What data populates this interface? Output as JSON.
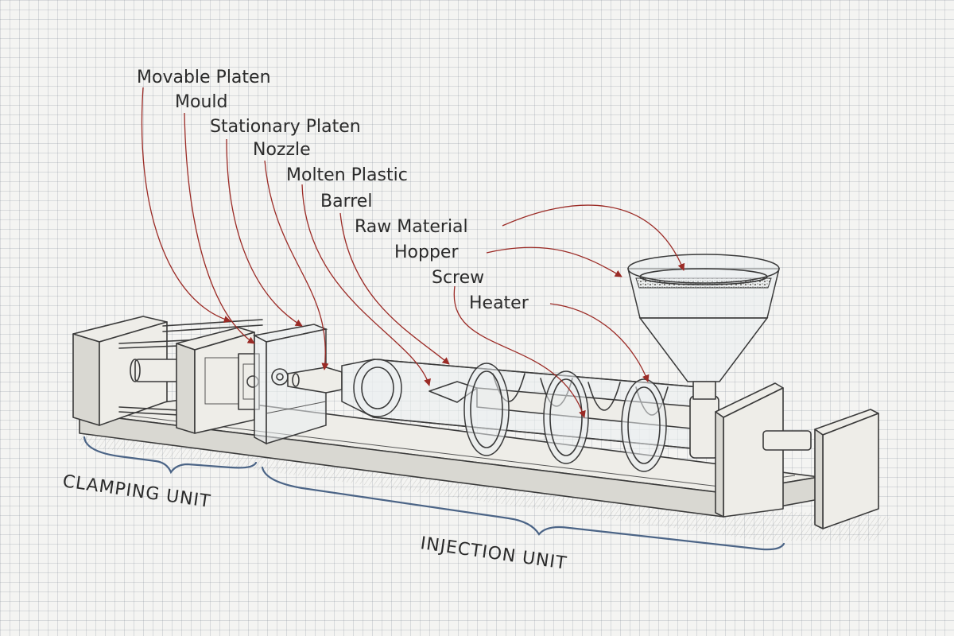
{
  "labels": {
    "movable_platen": "Movable Platen",
    "mould": "Mould",
    "stationary_platen": "Stationary Platen",
    "nozzle": "Nozzle",
    "molten_plastic": "Molten Plastic",
    "barrel": "Barrel",
    "raw_material": "Raw Material",
    "hopper": "Hopper",
    "screw": "Screw",
    "heater": "Heater"
  },
  "units": {
    "clamping": "CLAMPING UNIT",
    "injection": "INJECTION UNIT"
  },
  "colors": {
    "leader_line": "#9b2b26",
    "brace": "#4b6486",
    "ink": "#3a3a3a",
    "paper": "#f4f4f2"
  }
}
